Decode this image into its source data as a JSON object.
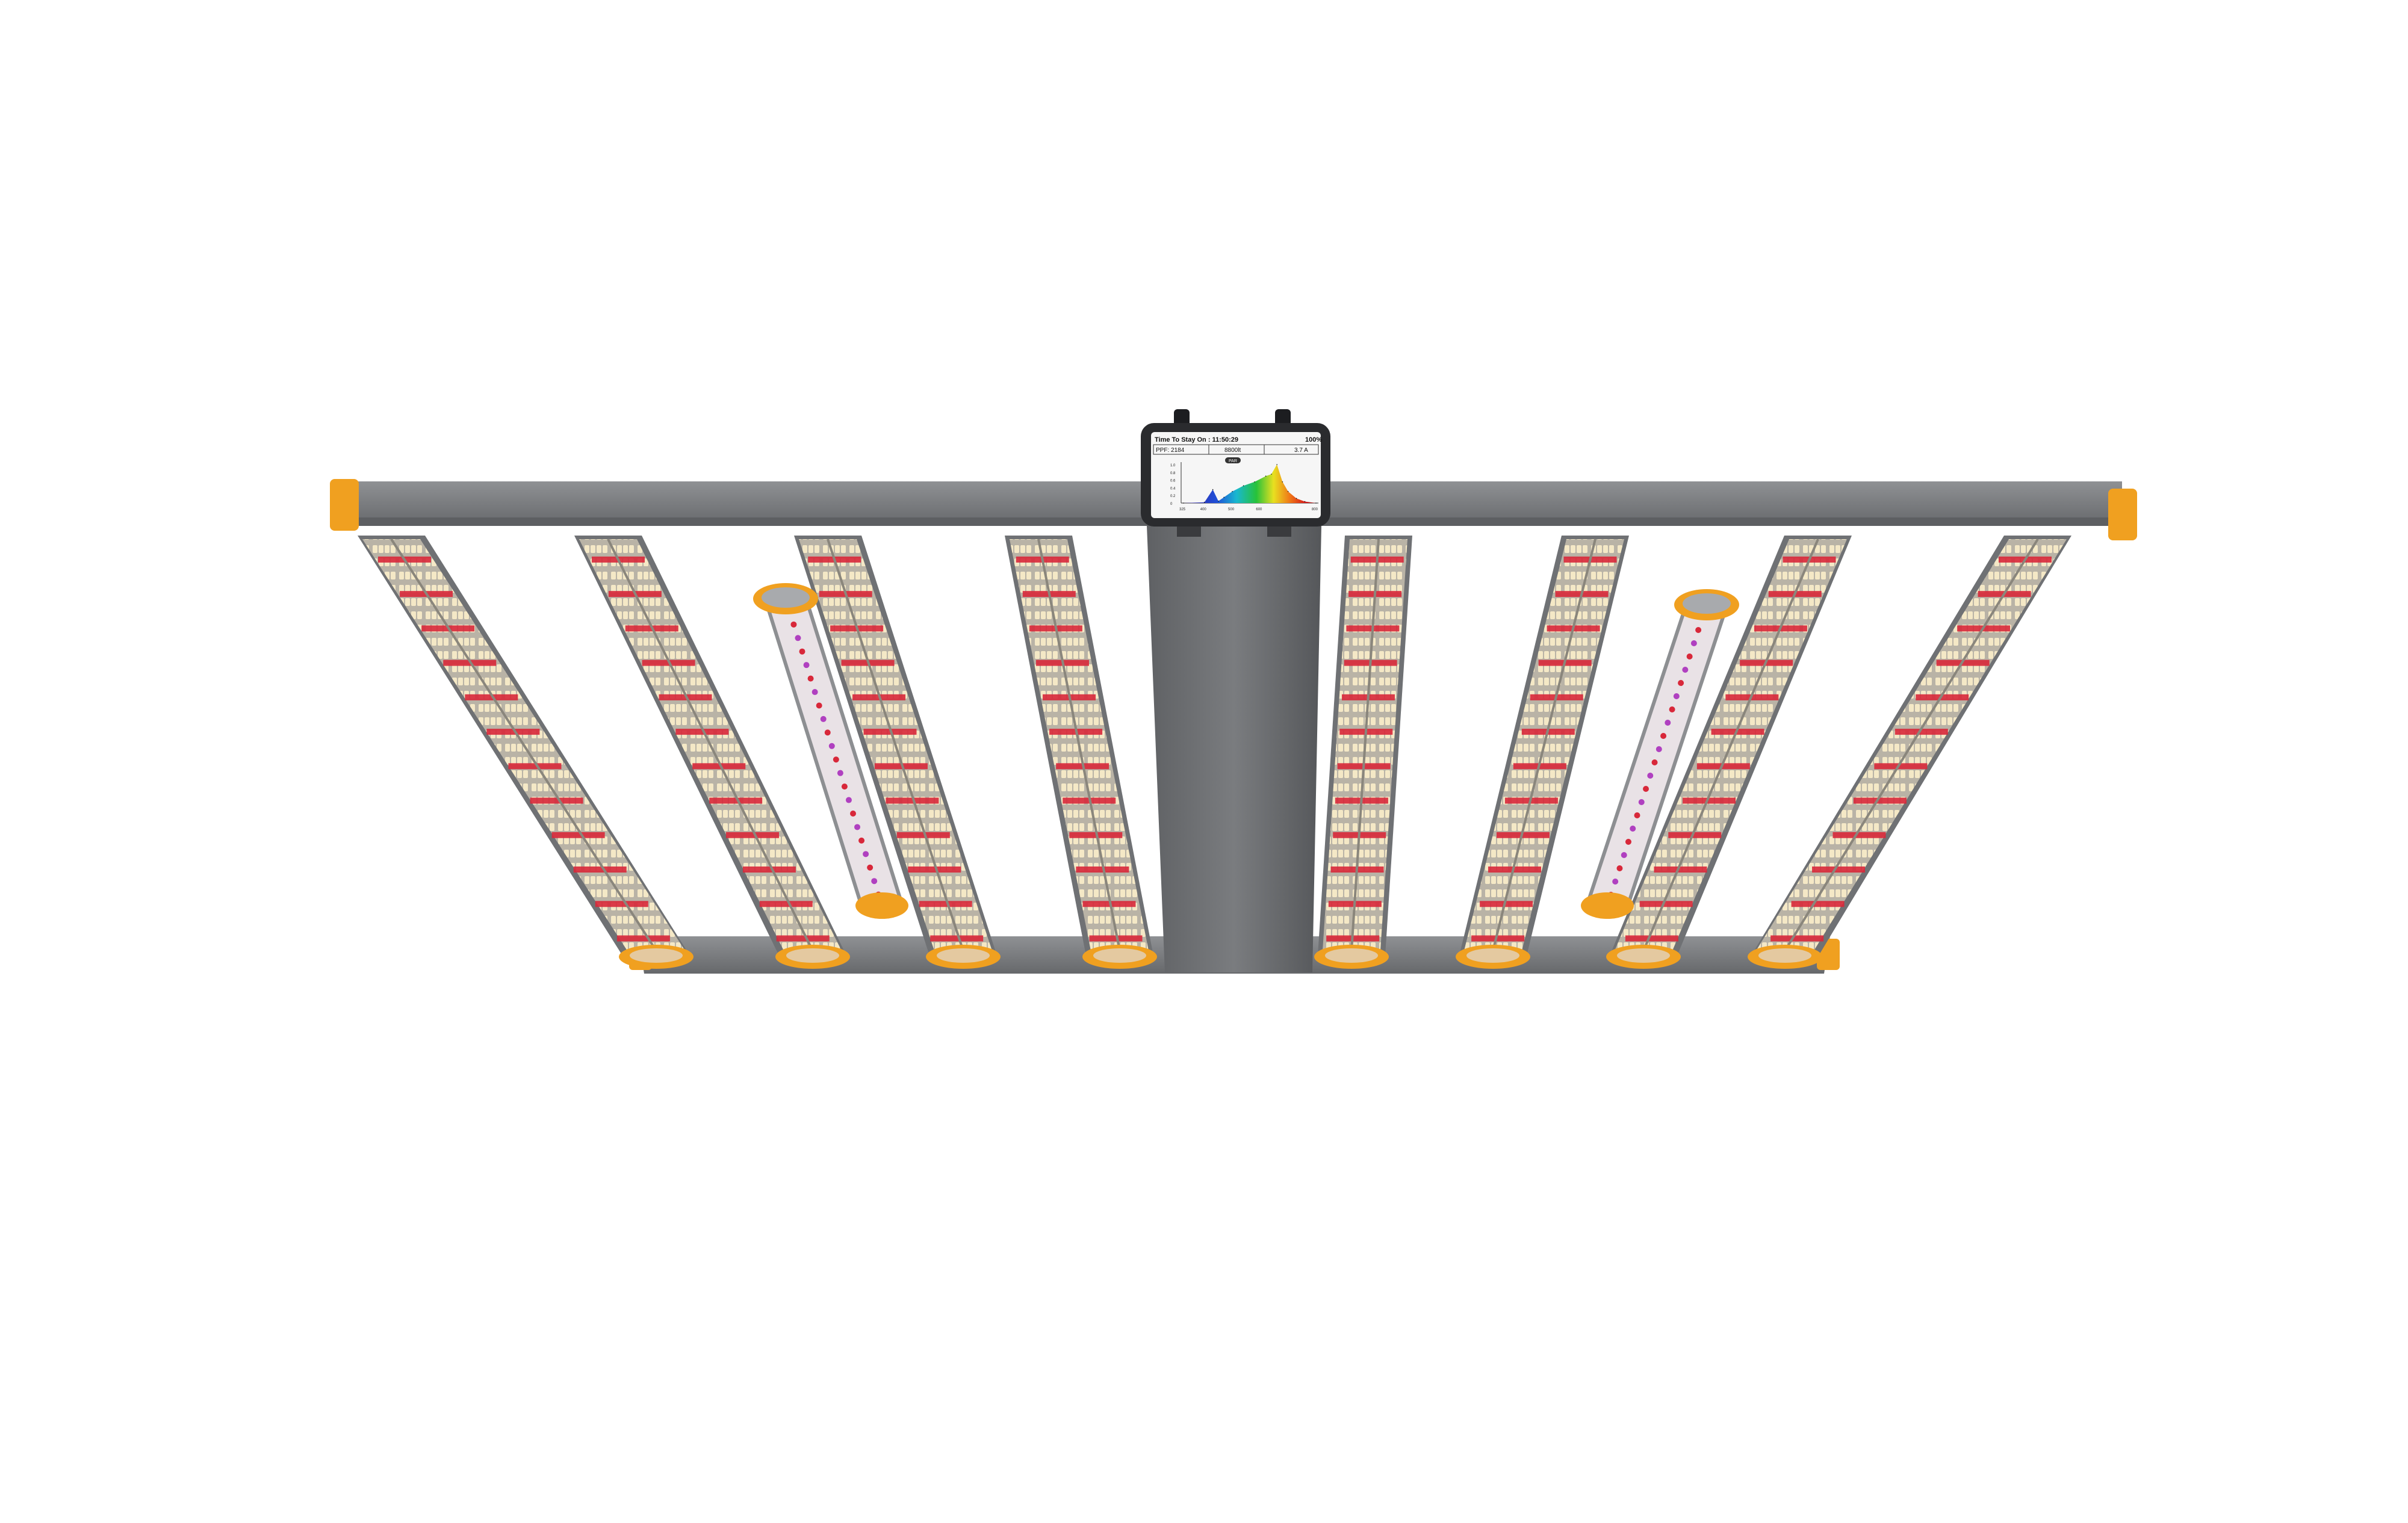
{
  "product": {
    "name": "LED grow light fixture",
    "colors": {
      "frame": "#7d7f82",
      "frame_dark": "#55575a",
      "accent_orange": "#f0a020",
      "led_white": "#f3e6c4",
      "led_red": "#d8283a",
      "led_purple": "#b040c0",
      "housing": "#2a2b2e"
    }
  },
  "display": {
    "title": "Time To Stay On : 11:50:29",
    "percent": "100%",
    "ppf": "PPF: 2184",
    "cct": "8800lt",
    "current": "3.7 A",
    "chart_badge": "PAR",
    "y_ticks": [
      "1.0",
      "0.8",
      "0.6",
      "0.4",
      "0.2",
      "0"
    ],
    "x_ticks": [
      "325",
      "400",
      "500",
      "600",
      "800"
    ]
  },
  "chart_data": {
    "type": "area",
    "xlabel": "",
    "ylabel": "",
    "x": [
      325,
      400,
      430,
      450,
      470,
      500,
      540,
      580,
      620,
      640,
      660,
      680,
      700,
      730,
      760,
      800
    ],
    "series": [
      {
        "values": [
          0,
          0.02,
          0.35,
          0.05,
          0.15,
          0.3,
          0.45,
          0.55,
          0.7,
          0.75,
          1.0,
          0.55,
          0.3,
          0.12,
          0.04,
          0
        ]
      }
    ],
    "xlim": [
      325,
      800
    ],
    "ylim": [
      0,
      1.0
    ]
  }
}
